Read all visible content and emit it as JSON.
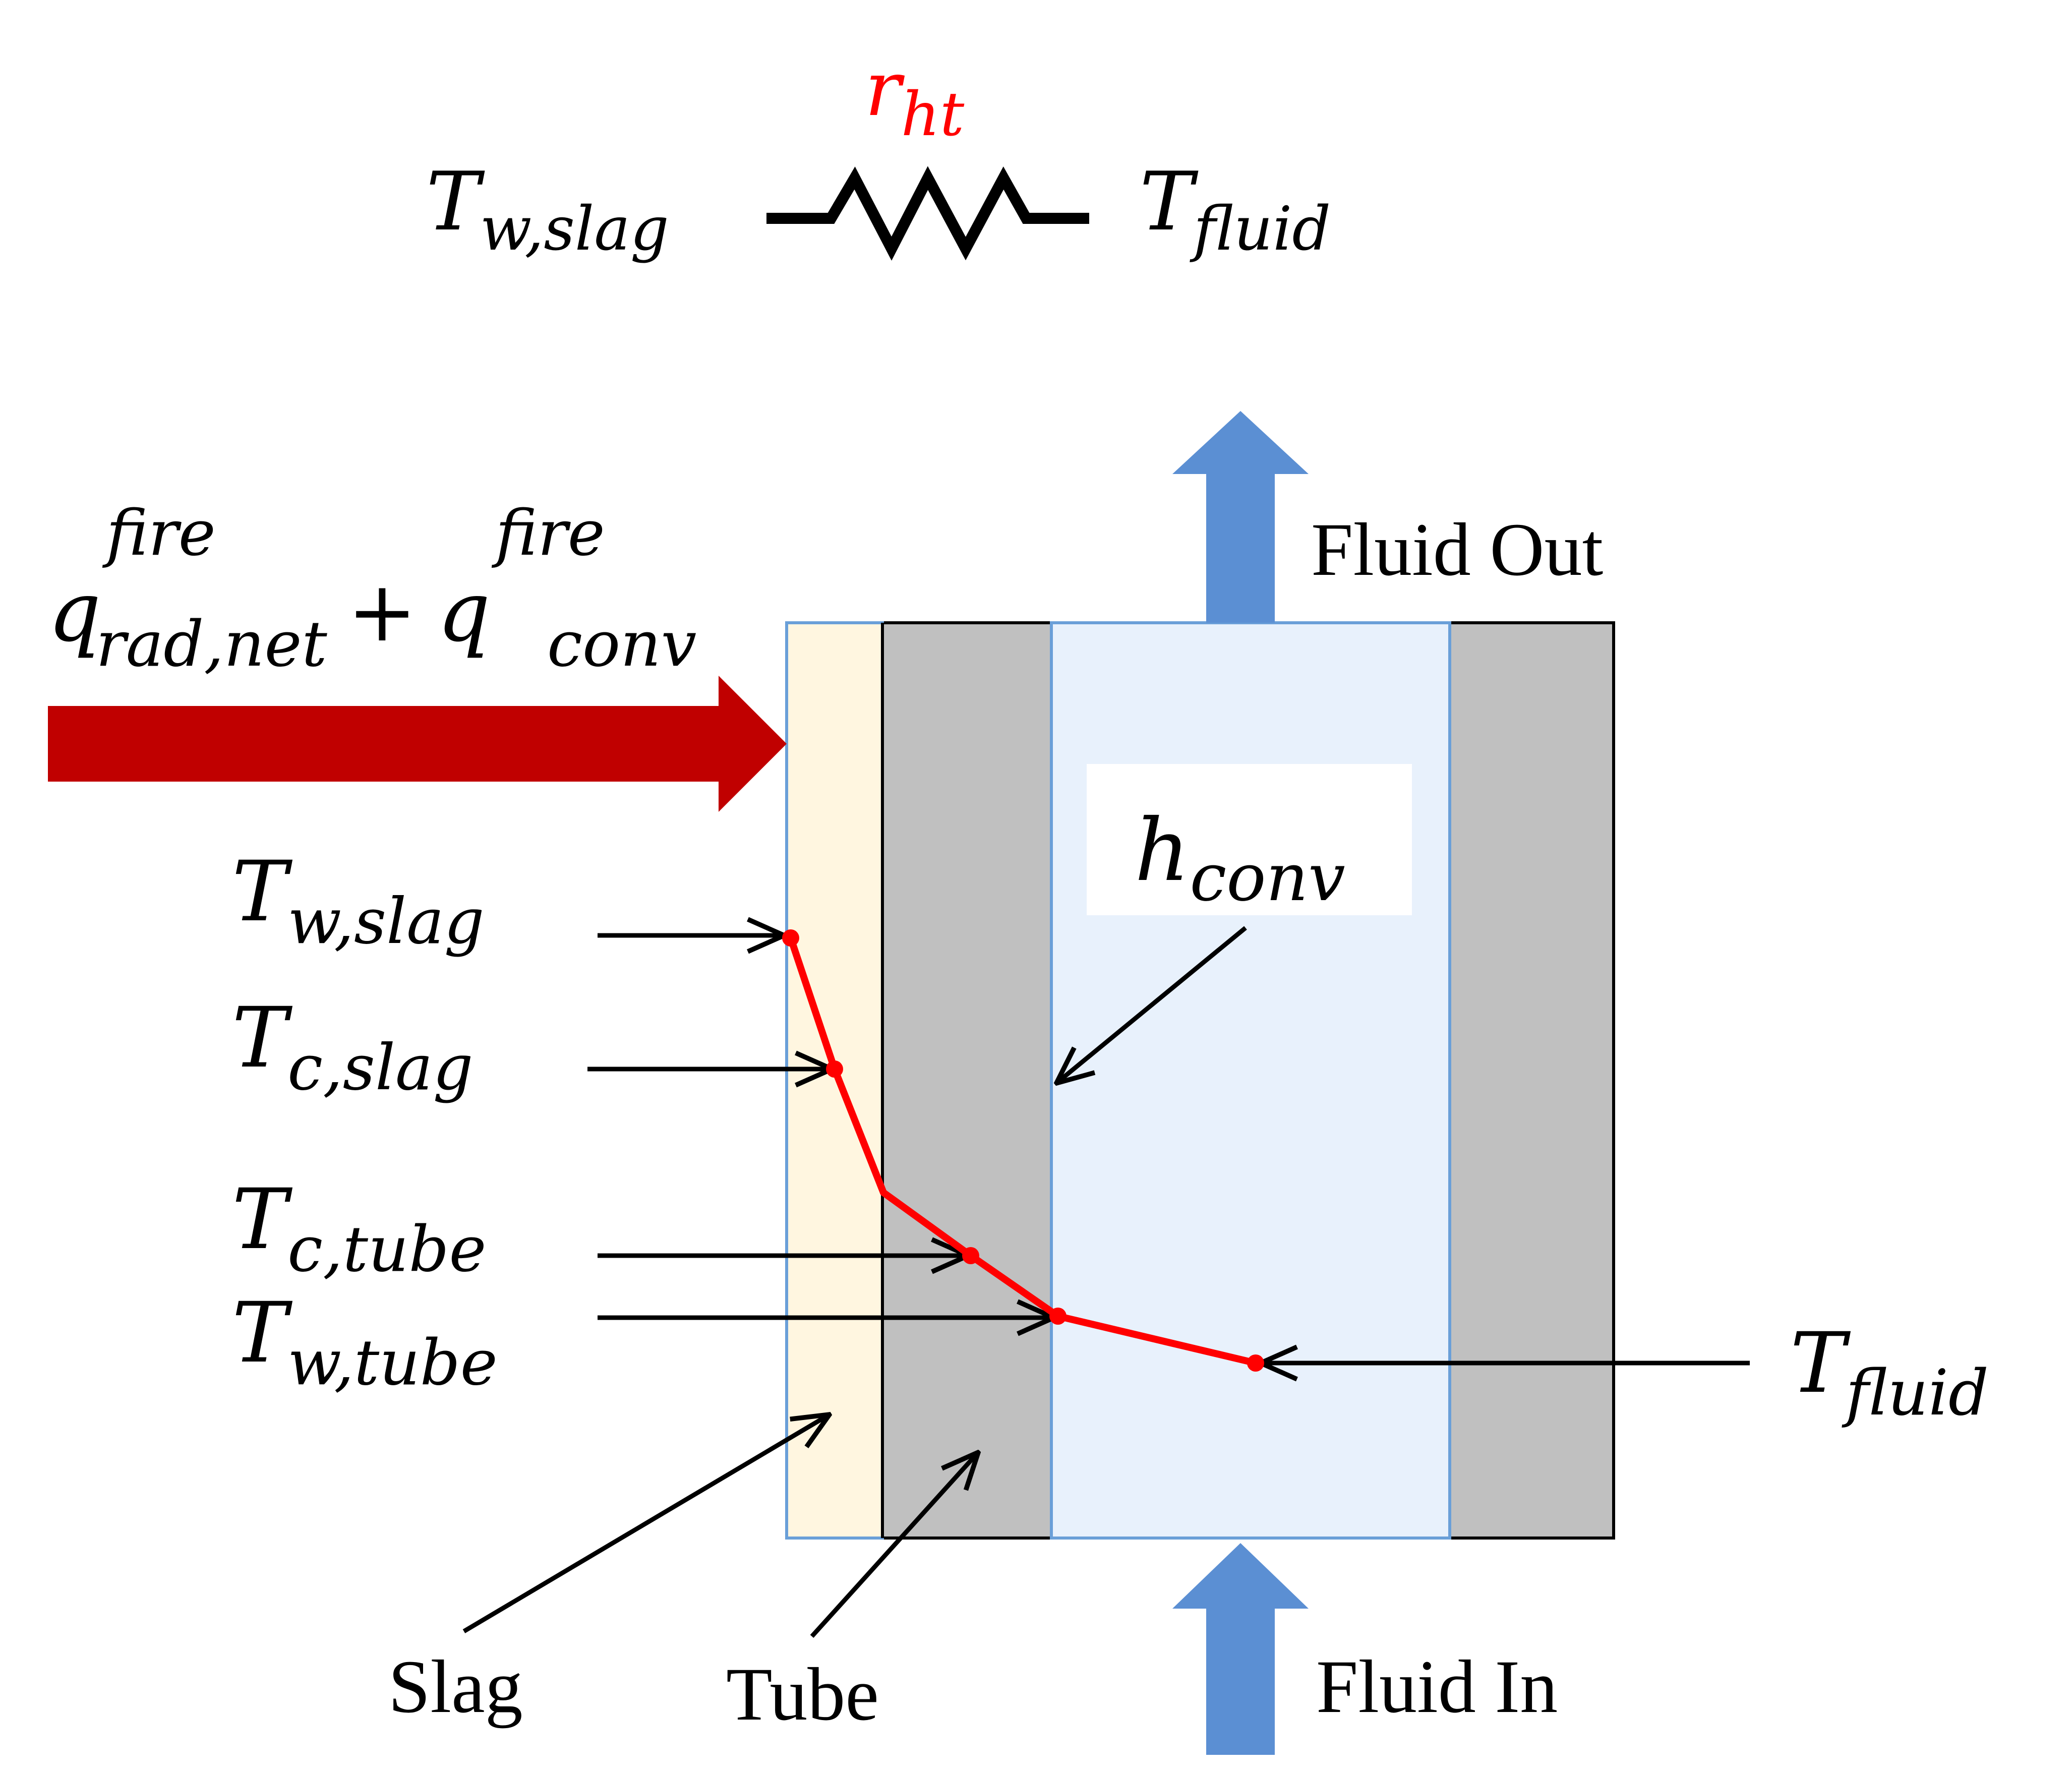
{
  "resistor": {
    "label_sym": "r",
    "label_sub": "ht",
    "left_sym": "T",
    "left_sub": "w,slag",
    "right_sym": "T",
    "right_sub": "fluid"
  },
  "heat_flux": {
    "q1_sym": "q",
    "q1_sup": "fire",
    "q1_sub": "rad,net",
    "plus": "+",
    "q2_sym": "q",
    "q2_sup": "fire",
    "q2_sub": "conv"
  },
  "fluid_out": "Fluid Out",
  "fluid_in": "Fluid In",
  "h_conv": {
    "sym": "h",
    "sub": "conv"
  },
  "temps": {
    "w_slag": {
      "sym": "T",
      "sub": "w,slag"
    },
    "c_slag": {
      "sym": "T",
      "sub": "c,slag"
    },
    "c_tube": {
      "sym": "T",
      "sub": "c,tube"
    },
    "w_tube": {
      "sym": "T",
      "sub": "w,tube"
    },
    "fluid": {
      "sym": "T",
      "sub": "fluid"
    }
  },
  "layer_labels": {
    "slag": "Slag",
    "tube": "Tube"
  },
  "colors": {
    "heat_arrow": "#c00000",
    "fluid_arrow": "#5b8fd3",
    "slag": "#fff6e0",
    "tube": "#c0c0c0",
    "fluid": "#e8f1fc",
    "profile": "#ff0000",
    "resistor_label": "#ff0000",
    "layer_border": "#6a9fd8"
  }
}
